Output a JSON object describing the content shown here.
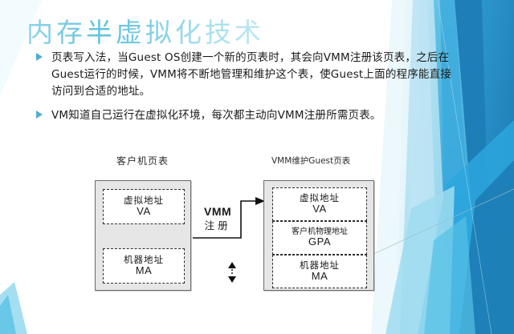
{
  "slide": {
    "title": "内存半虚拟化技术",
    "title_color": "#6ec6e0",
    "bullet_color": "#4eaed1",
    "background_color": "#ffffff",
    "accent_color": "#29a4d8"
  },
  "bullets": [
    {
      "marker": "triangle-bullet-icon",
      "text": "页表写入法，当Guest OS创建一个新的页表时，其会向VMM注册该页表，之后在Guest运行的时候，VMM将不断地管理和维护这个表，使Guest上面的程序能直接访问到合适的地址。"
    },
    {
      "marker": "triangle-bullet-icon",
      "text": "VM知道自己运行在虚拟化环境，每次都主动向VMM注册所需页表。"
    }
  ],
  "diagram": {
    "left_caption": "客户机页表",
    "right_caption": "VMM维护Guest页表",
    "connector": {
      "line1": "VMM",
      "line2": "注册"
    },
    "left_box": {
      "entries": [
        {
          "cn": "虚拟地址",
          "en": "VA"
        },
        {
          "cn": "机器地址",
          "en": "MA"
        }
      ]
    },
    "right_box": {
      "entries": [
        {
          "cn": "虚拟地址",
          "en": "VA"
        },
        {
          "cn": "客户机物理地址",
          "en": "GPA"
        },
        {
          "cn": "机器地址",
          "en": "MA"
        }
      ]
    },
    "box_fill": "#e6e6e6",
    "box_border": "#6b6b6b",
    "inner_fill": "#ffffff",
    "inner_border": "#2c2c2c"
  }
}
